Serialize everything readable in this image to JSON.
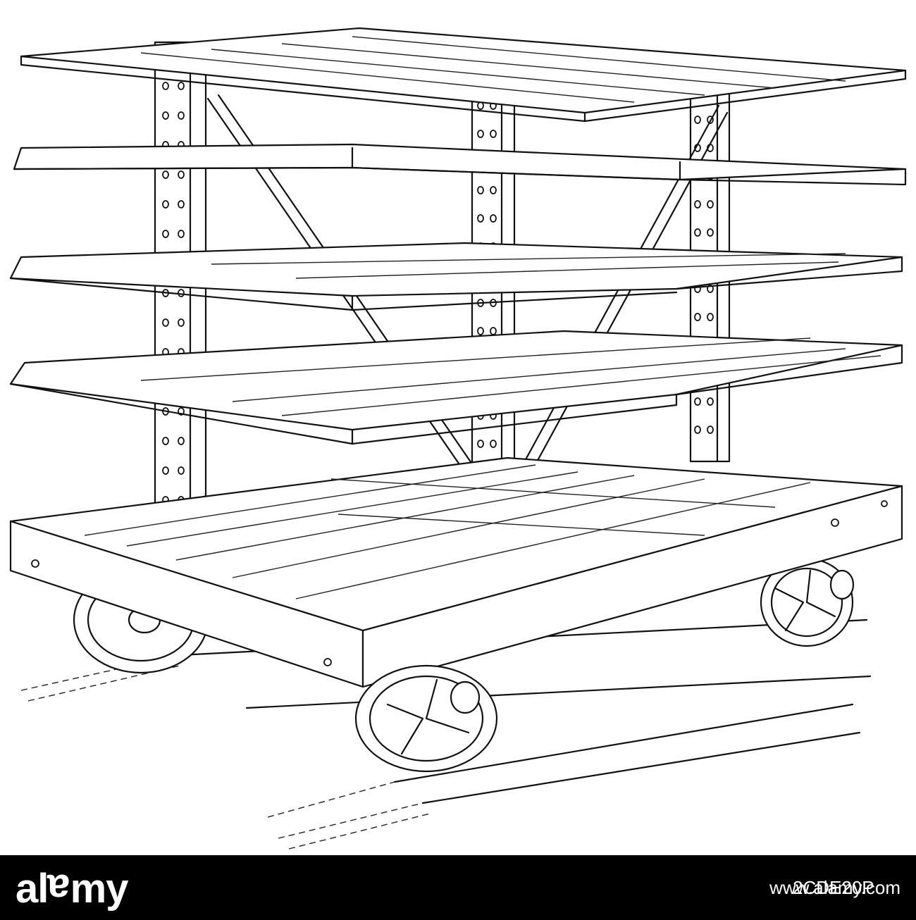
{
  "illustration": {
    "subject": "shelf-truck-rack-on-rails"
  },
  "footer": {
    "brand_lead": "al",
    "brand_flipped": "a",
    "brand_tail": "my",
    "image_id": "2CDE20P",
    "site": "www.alamy.com"
  },
  "colors": {
    "footer_bg": "#000000",
    "footer_text": "#ffffff",
    "ink": "#111111",
    "paper": "#ffffff"
  }
}
